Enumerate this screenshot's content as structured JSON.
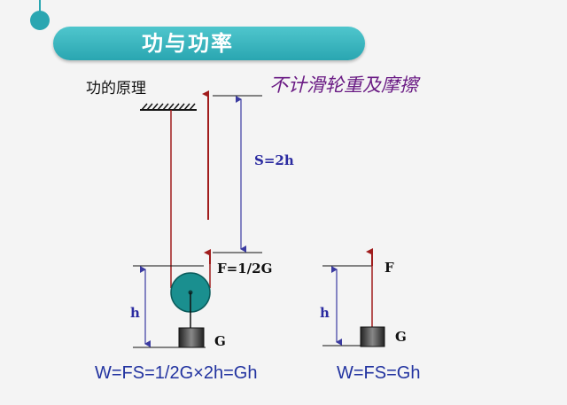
{
  "banner": {
    "title": "功与功率"
  },
  "section": {
    "subtitle": "功的原理"
  },
  "note": "不计滑轮重及摩擦",
  "diagram": {
    "s_label": "S=2h",
    "f_left_label": "F=1/2G",
    "h_left_label": "h",
    "g_left_label": "G",
    "f_right_label": "F",
    "h_right_label": "h",
    "g_right_label": "G"
  },
  "formulas": {
    "left": "W=FS=1/2G×2h=Gh",
    "right": "W=FS=Gh"
  },
  "colors": {
    "accent": "#2aa6b1",
    "arrow": "#a01c1c",
    "dim": "#3b3ba0",
    "pulley": "#1a8f8f"
  }
}
